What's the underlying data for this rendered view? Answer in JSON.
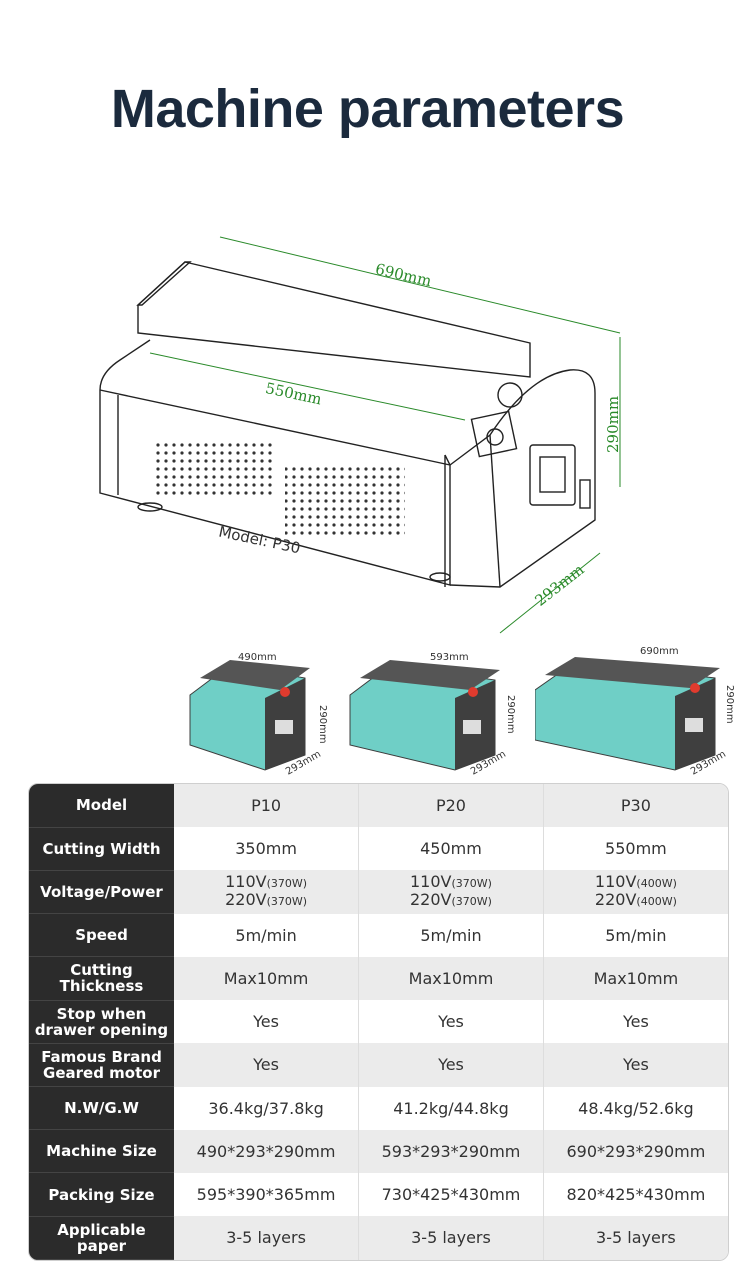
{
  "title": "Machine parameters",
  "hero": {
    "dim_length": "690mm",
    "dim_inner": "550mm",
    "dim_height": "290mm",
    "dim_depth": "293mm",
    "model_label": "Model: P30"
  },
  "thumbnails": [
    {
      "width": "490mm",
      "height": "290mm",
      "depth": "293mm"
    },
    {
      "width": "593mm",
      "height": "290mm",
      "depth": "293mm"
    },
    {
      "width": "690mm",
      "height": "290mm",
      "depth": "293mm"
    }
  ],
  "table": {
    "header_label": "Model",
    "models": [
      "P10",
      "P20",
      "P30"
    ],
    "rows": [
      {
        "label": "Cutting Width",
        "values": [
          "350mm",
          "450mm",
          "550mm"
        ]
      },
      {
        "label": "Voltage/Power",
        "volt": [
          {
            "v1": "110V",
            "p1": "(370W)",
            "v2": "220V",
            "p2": "(370W)"
          },
          {
            "v1": "110V",
            "p1": "(370W)",
            "v2": "220V",
            "p2": "(370W)"
          },
          {
            "v1": "110V",
            "p1": "(400W)",
            "v2": "220V",
            "p2": "(400W)"
          }
        ]
      },
      {
        "label": "Speed",
        "values": [
          "5m/min",
          "5m/min",
          "5m/min"
        ]
      },
      {
        "label": "Cutting Thickness",
        "values": [
          "Max10mm",
          "Max10mm",
          "Max10mm"
        ]
      },
      {
        "label": "Stop when drawer opening",
        "values": [
          "Yes",
          "Yes",
          "Yes"
        ]
      },
      {
        "label": "Famous Brand Geared motor",
        "values": [
          "Yes",
          "Yes",
          "Yes"
        ]
      },
      {
        "label": "N.W/G.W",
        "values": [
          "36.4kg/37.8kg",
          "41.2kg/44.8kg",
          "48.4kg/52.6kg"
        ]
      },
      {
        "label": "Machine Size",
        "values": [
          "490*293*290mm",
          "593*293*290mm",
          "690*293*290mm"
        ]
      },
      {
        "label": "Packing Size",
        "values": [
          "595*390*365mm",
          "730*425*430mm",
          "820*425*430mm"
        ]
      },
      {
        "label": "Applicable paper",
        "values": [
          "3-5 layers",
          "3-5 layers",
          "3-5 layers"
        ]
      }
    ]
  },
  "colors": {
    "dimension_green": "#2a8a2a",
    "machine_teal": "#6fcfc6",
    "header_dark": "#2b2b2b"
  }
}
